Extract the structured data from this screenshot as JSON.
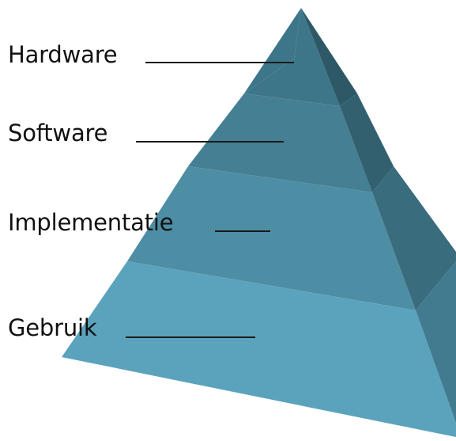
{
  "pyramid": {
    "layers": [
      {
        "id": "hardware",
        "label": "Hardware",
        "front": "#3d7689",
        "side": "#2d5866"
      },
      {
        "id": "software",
        "label": "Software",
        "front": "#457f93",
        "side": "#32606f"
      },
      {
        "id": "implementatie",
        "label": "Implementatie",
        "front": "#4e8ea4",
        "side": "#396c7d"
      },
      {
        "id": "gebruik",
        "label": "Gebruik",
        "front": "#5ba3bd",
        "side": "#427b8f"
      }
    ],
    "leader_line_color": "#1a1a1a",
    "label_color": "#111111"
  }
}
